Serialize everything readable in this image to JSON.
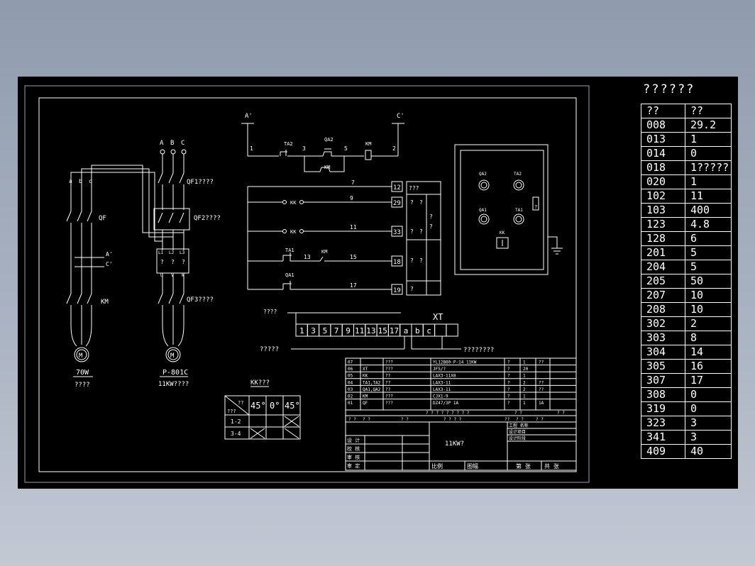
{
  "drawing": {
    "power": {
      "phases": [
        "A",
        "B",
        "C"
      ],
      "motor_side_phases": [
        "a",
        "b",
        "c"
      ],
      "bus_left": "A'",
      "bus_right": "C'",
      "breakers": [
        "QF1????",
        "QF2????",
        "QF3????"
      ],
      "qf_label": "QF",
      "contactor_label": "KM",
      "ct_labels": [
        "A'",
        "C'"
      ],
      "meter_terms_top": [
        "L1",
        "L2",
        "L3"
      ],
      "meter_terms_mid": [
        "?",
        "?",
        "?"
      ],
      "meter_terms_bot": [
        "U",
        "V",
        "W"
      ],
      "motor_left": {
        "symbol": "M",
        "rating": "70W",
        "note": "????"
      },
      "motor_right": {
        "symbol": "M",
        "model": "P-801C",
        "rating": "11KW????"
      }
    },
    "control": {
      "nodes": [
        "1",
        "3",
        "5",
        "2",
        "7",
        "9",
        "11",
        "13",
        "15",
        "17"
      ],
      "devices": [
        "TA2",
        "QA2",
        "KM",
        "KM",
        "KK",
        "KK",
        "TA1",
        "KM",
        "QA1"
      ],
      "terminals": [
        "12",
        "29",
        "33",
        "18",
        "19"
      ],
      "side_labels": [
        "???",
        "?",
        "?",
        "?",
        "?",
        "?",
        "?",
        "?",
        "?",
        "?"
      ]
    },
    "panel": {
      "buttons": [
        "QA2",
        "TA2",
        "QA1",
        "TA1"
      ],
      "switch": "KK",
      "lamp": "?"
    },
    "terminal_strip": {
      "title": "XT",
      "left_label": "????",
      "bottom_left_label": "?????",
      "bottom_right_label": "????????",
      "cells": [
        "1",
        "3",
        "5",
        "7",
        "9",
        "11",
        "13",
        "15",
        "17",
        "a",
        "b",
        "c",
        "",
        ""
      ]
    },
    "kk_table": {
      "title": "KK???",
      "corner_top": "??",
      "corner_bottom": "???",
      "angles": [
        "45°",
        "0°",
        "45°"
      ],
      "rows": [
        "1-2",
        "3-4"
      ]
    },
    "bom": {
      "rows": [
        [
          "07",
          "",
          "???",
          "YL12B80-P-14  11KW",
          "?",
          "1",
          "??"
        ],
        [
          "06",
          "XT",
          "???",
          "JF5/?",
          "?",
          "20",
          ""
        ],
        [
          "05",
          "KK",
          "??",
          "LAX3-11X8",
          "?",
          "1",
          ""
        ],
        [
          "04",
          "TA1,TA2",
          "??",
          "LAX3-11",
          "?",
          "2",
          "??"
        ],
        [
          "03",
          "QA1,QA2",
          "??",
          "LAX3-11",
          "?",
          "2",
          "??"
        ],
        [
          "02",
          "KM",
          "???",
          "CJX1-9",
          "?",
          "1",
          ""
        ],
        [
          "01",
          "QF",
          "???",
          "DZ47/3P 1A",
          "?",
          "1",
          "1A"
        ]
      ],
      "header_row": [
        "?   ?   ?   ?   ?   ?   ?   ?   ?",
        "?  ?",
        "?  ?"
      ],
      "header_row2": [
        "? ?",
        "? ?",
        "? ?",
        "? ? ? ?",
        "??",
        "? ?",
        "? ?"
      ],
      "title": "11KW?",
      "roles": [
        "设 计",
        "校 核",
        "审 核",
        "审 定"
      ],
      "project_labels": [
        "工程 名称",
        "设计项目",
        "设计阶段"
      ],
      "footer": [
        "比例",
        "图幅",
        "第   张",
        "共   张"
      ]
    }
  },
  "params": {
    "title": "??????",
    "header": [
      "??",
      "??"
    ],
    "rows": [
      [
        "008",
        "29.2"
      ],
      [
        "013",
        "1"
      ],
      [
        "014",
        "0"
      ],
      [
        "018",
        "1?????"
      ],
      [
        "020",
        "1"
      ],
      [
        "102",
        "11"
      ],
      [
        "103",
        "400"
      ],
      [
        "123",
        "4.8"
      ],
      [
        "128",
        "6"
      ],
      [
        "201",
        "5"
      ],
      [
        "204",
        "5"
      ],
      [
        "205",
        "50"
      ],
      [
        "207",
        "10"
      ],
      [
        "208",
        "10"
      ],
      [
        "302",
        "2"
      ],
      [
        "303",
        "8"
      ],
      [
        "304",
        "14"
      ],
      [
        "305",
        "16"
      ],
      [
        "307",
        "17"
      ],
      [
        "308",
        "0"
      ],
      [
        "319",
        "0"
      ],
      [
        "323",
        "3"
      ],
      [
        "341",
        "3"
      ],
      [
        "409",
        "40"
      ]
    ]
  }
}
